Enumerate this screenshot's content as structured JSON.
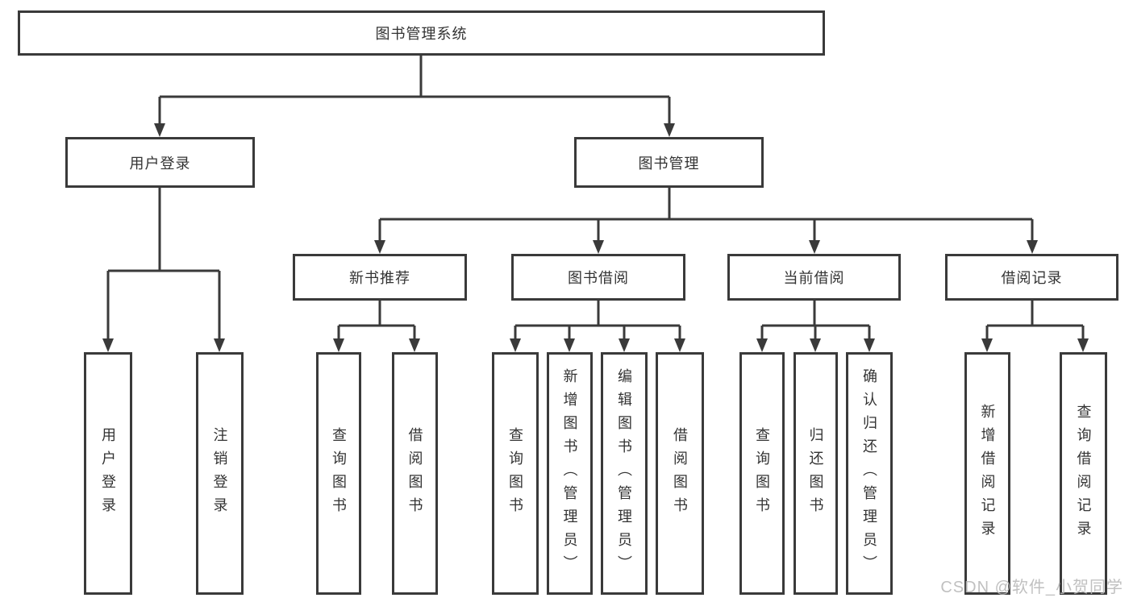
{
  "diagram": {
    "type": "hierarchy-tree",
    "root": {
      "label": "图书管理系统"
    },
    "level2": [
      {
        "label": "用户登录"
      },
      {
        "label": "图书管理"
      }
    ],
    "level3": [
      {
        "label": "新书推荐",
        "parent": "图书管理"
      },
      {
        "label": "图书借阅",
        "parent": "图书管理"
      },
      {
        "label": "当前借阅",
        "parent": "图书管理"
      },
      {
        "label": "借阅记录",
        "parent": "图书管理"
      }
    ],
    "leaves": [
      {
        "label": "用户登录",
        "parent": "用户登录"
      },
      {
        "label": "注销登录",
        "parent": "用户登录"
      },
      {
        "label": "查询图书",
        "parent": "新书推荐"
      },
      {
        "label": "借阅图书",
        "parent": "新书推荐"
      },
      {
        "label": "查询图书",
        "parent": "图书借阅"
      },
      {
        "label": "新增图书（管理员）",
        "parent": "图书借阅"
      },
      {
        "label": "编辑图书（管理员）",
        "parent": "图书借阅"
      },
      {
        "label": "借阅图书",
        "parent": "图书借阅"
      },
      {
        "label": "查询图书",
        "parent": "当前借阅"
      },
      {
        "label": "归还图书",
        "parent": "当前借阅"
      },
      {
        "label": "确认归还（管理员）",
        "parent": "当前借阅"
      },
      {
        "label": "新增借阅记录",
        "parent": "借阅记录"
      },
      {
        "label": "查询借阅记录",
        "parent": "借阅记录"
      }
    ],
    "watermark": {
      "text": "CSDN @软件_小贺同学"
    },
    "colors": {
      "border": "#3a3a3a",
      "line": "#3a3a3a",
      "text": "#333333",
      "background": "#ffffff",
      "watermark": "#b9b9b9"
    }
  }
}
